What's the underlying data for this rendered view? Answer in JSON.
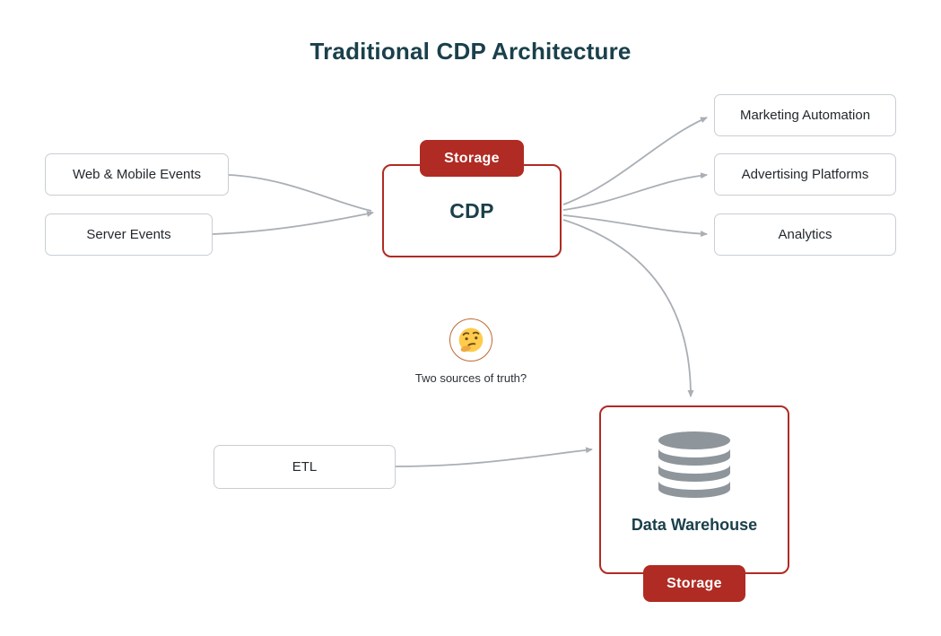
{
  "title": "Traditional CDP Architecture",
  "sources": [
    {
      "label": "Web & Mobile Events"
    },
    {
      "label": "Server Events"
    }
  ],
  "cdp": {
    "label": "CDP",
    "storage_badge": "Storage"
  },
  "destinations": [
    {
      "label": "Marketing Automation"
    },
    {
      "label": "Advertising Platforms"
    },
    {
      "label": "Analytics"
    }
  ],
  "etl": {
    "label": "ETL"
  },
  "data_warehouse": {
    "label": "Data Warehouse",
    "storage_badge": "Storage"
  },
  "annotation": {
    "icon": "thinking-face",
    "text": "Two sources of truth?"
  },
  "colors": {
    "accent_red": "#B02B23",
    "heading_teal": "#1A404B",
    "node_border": "#C8CED3",
    "arrow_gray": "#A9AFB5",
    "database_icon_gray": "#8E959B",
    "emoji_ring": "#C0682F"
  }
}
